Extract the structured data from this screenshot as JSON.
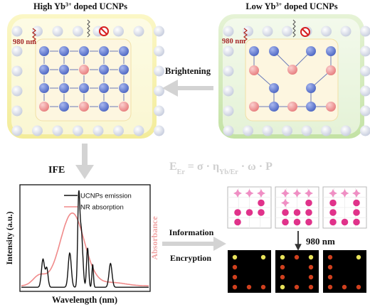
{
  "panels": {
    "high": {
      "title": "High Yb",
      "title_sup": "3+",
      "title_rest": " doped UCNPs",
      "excitation_label": "980 nm"
    },
    "low": {
      "title": "Low Yb",
      "title_sup": "3+",
      "title_rest": " doped UCNPs",
      "excitation_label": "980 nm"
    }
  },
  "arrows": {
    "brightening_label": "Brightening",
    "ife_label": "IFE",
    "information_label": "Information",
    "encryption_label": "Encryption",
    "excitation_label": "980 nm"
  },
  "equation": {
    "E": "E",
    "E_sub": "Er",
    "eq_body": " = σ · η",
    "eta_sub": "Yb/Er",
    "eq_tail": " · ω · P"
  },
  "chart_data": {
    "type": "line",
    "xlabel": "Wavelength (nm)",
    "ylabel": "Intensity (a.u.)",
    "ylabel_right": "Absorbance",
    "legend_position": "top-right",
    "series": [
      {
        "name": "UCNPs emission",
        "color": "#111111",
        "shape": "sharp emission peaks"
      },
      {
        "name": "NR absorption",
        "color": "#f08a8a",
        "shape": "broad absorption band"
      }
    ]
  },
  "colors": {
    "high_frame": "#f2ee9a",
    "low_frame": "#c8e6ad",
    "core_fill": "#fdf6e0",
    "ion_blue": "#6f86d6",
    "ion_pink": "#ef9a9a",
    "lattice": "#d8dce8",
    "arrow_gray": "#cfcfcf",
    "pattern_magenta": "#e0328a",
    "pattern_pink": "#ef8fc4"
  },
  "icons": [
    "prohibited-icon",
    "wavy-excitation-icon",
    "down-arrow-icon"
  ]
}
